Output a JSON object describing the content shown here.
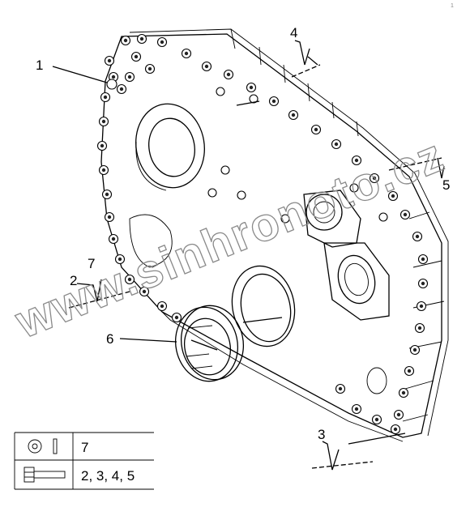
{
  "diagram": {
    "callouts": [
      "1",
      "2",
      "3",
      "4",
      "5",
      "6",
      "7"
    ],
    "watermark": "www.sinhronoto.cz",
    "legend": {
      "rows": [
        {
          "icon": "washer-pin-icon",
          "label": "7"
        },
        {
          "icon": "bolt-icon",
          "label": "2, 3, 4, 5"
        }
      ]
    },
    "corner_mark": "1"
  }
}
